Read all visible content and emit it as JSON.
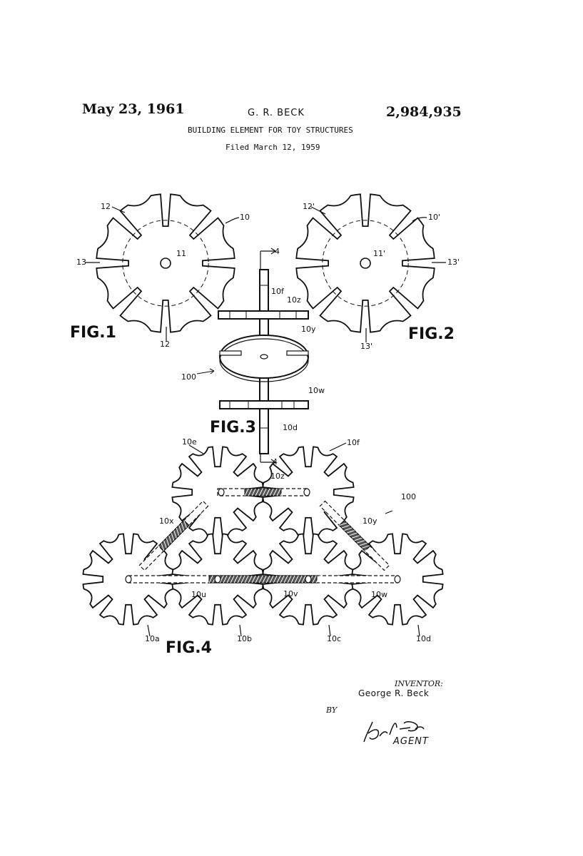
{
  "header": {
    "date": "May 23, 1961",
    "inventor_short": "G. R. BECK",
    "patent_number": "2,984,935",
    "title": "BUILDING ELEMENT FOR TOY STRUCTURES",
    "filed": "Filed March 12, 1959"
  },
  "figures": {
    "fig1": "FIG.1",
    "fig2": "FIG.2",
    "fig3": "FIG.3",
    "fig4": "FIG.4"
  },
  "refs": {
    "r10": "10",
    "r11": "11",
    "r12a": "12",
    "r12b": "12",
    "r13": "13",
    "r10p": "10'",
    "r11p": "11'",
    "r12p": "12'",
    "r13pa": "13'",
    "r13pb": "13'",
    "r4a": "4",
    "r4b": "4",
    "r10f": "10f",
    "r10z": "10z",
    "r10y": "10y",
    "r100a": "100",
    "r10w": "10w",
    "r10d": "10d",
    "r10e": "10e",
    "r10f2": "10f",
    "r10z2": "10z",
    "r100b": "100",
    "r10x": "10x",
    "r10y2": "10y",
    "r10u": "10u",
    "r10v": "10v",
    "r10w2": "10w",
    "r10a": "10a",
    "r10b": "10b",
    "r10c": "10c",
    "r10d2": "10d"
  },
  "signature": {
    "inventor_label": "INVENTOR:",
    "inventor_name": "George R. Beck",
    "by": "BY",
    "signature_text": "Karl F. Ross",
    "agent": "AGENT"
  }
}
